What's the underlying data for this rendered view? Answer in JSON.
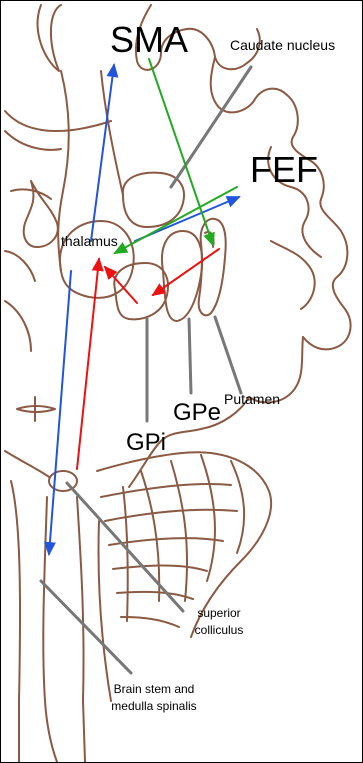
{
  "labels": {
    "sma": "SMA",
    "fef": "FEF",
    "caudate": "Caudate nucleus",
    "thalamus": "thalamus",
    "putamen": "Putamen",
    "gpi": "GPi",
    "gpe": "GPe",
    "superior_colliculus_1": "superior",
    "superior_colliculus_2": "colliculus",
    "brainstem_1": "Brain stem and",
    "brainstem_2": "medulla spinalis"
  },
  "colors": {
    "outline": "#8a5a44",
    "pointer": "#777777",
    "blue_pathway": "#2255dd",
    "green_pathway": "#22aa22",
    "red_pathway": "#ee1111"
  }
}
